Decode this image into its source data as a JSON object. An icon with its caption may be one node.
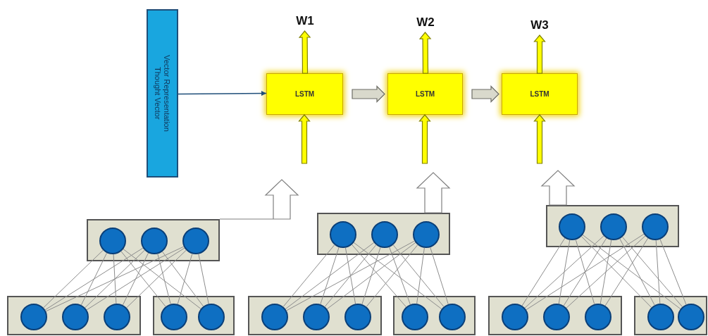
{
  "diagram": {
    "nodes": [
      {
        "text": [
          "Vector Representation Thought Vector"
        ]
      },
      {
        "text": [
          "W1"
        ]
      },
      {
        "text": [
          "LSTM"
        ]
      },
      {
        "text": [
          "W2"
        ]
      },
      {
        "text": [
          "LSTM"
        ]
      },
      {
        "text": [
          "W3"
        ]
      },
      {
        "text": [
          "LSTM"
        ]
      },
      {
        "text": [],
        "shape": "box"
      },
      {
        "text": [],
        "shape": "circle",
        "in": 7
      },
      {
        "text": [],
        "shape": "circle",
        "in": 7
      },
      {
        "text": [],
        "shape": "circle",
        "in": 7
      },
      {
        "text": [],
        "shape": "box"
      },
      {
        "text": [],
        "shape": "circle",
        "in": 11
      },
      {
        "text": [],
        "shape": "circle",
        "in": 11
      },
      {
        "text": [],
        "shape": "circle",
        "in": 11
      },
      {
        "text": [],
        "shape": "box"
      },
      {
        "text": [],
        "shape": "circle",
        "in": 15
      },
      {
        "text": [],
        "shape": "circle",
        "in": 15
      },
      {
        "text": [],
        "shape": "box"
      },
      {
        "text": [],
        "shape": "circle",
        "in": 18
      },
      {
        "text": [],
        "shape": "circle",
        "in": 18
      },
      {
        "text": [],
        "shape": "circle",
        "in": 18
      },
      {
        "text": [],
        "shape": "box"
      },
      {
        "text": [],
        "shape": "circle",
        "in": 22
      },
      {
        "text": [],
        "shape": "circle",
        "in": 22
      },
      {
        "text": [],
        "shape": "circle",
        "in": 22
      },
      {
        "text": [],
        "shape": "box"
      },
      {
        "text": [],
        "shape": "circle",
        "in": 26
      },
      {
        "text": [],
        "shape": "circle",
        "in": 26
      },
      {
        "text": [],
        "shape": "box"
      },
      {
        "text": [],
        "shape": "circle",
        "in": 29
      },
      {
        "text": [],
        "shape": "circle",
        "in": 29
      },
      {
        "text": [],
        "shape": "circle",
        "in": 29
      },
      {
        "text": [],
        "shape": "box"
      },
      {
        "text": [],
        "shape": "circle",
        "in": 33
      },
      {
        "text": [],
        "shape": "circle",
        "in": 33
      },
      {
        "text": [],
        "shape": "circle",
        "in": 33
      },
      {
        "text": [],
        "shape": "box"
      },
      {
        "text": [],
        "shape": "circle",
        "in": 37
      },
      {
        "text": [],
        "shape": "circle",
        "in": 37
      }
    ],
    "edges": [
      {
        "from": 0,
        "to": 2,
        "arrow": "to",
        "color": "#1f4e79"
      },
      {
        "from": 2,
        "to": 4,
        "arrow": "to",
        "style": "thick",
        "color": "#d9d9cc"
      },
      {
        "from": 4,
        "to": 6,
        "arrow": "to",
        "style": "thick",
        "color": "#d9d9cc"
      },
      {
        "from": 2,
        "to": 1,
        "arrow": "to",
        "style": "thick",
        "color": "#ffff00"
      },
      {
        "from": 4,
        "to": 3,
        "arrow": "to",
        "style": "thick",
        "color": "#ffff00"
      },
      {
        "from": 6,
        "to": 5,
        "arrow": "to",
        "style": "thick",
        "color": "#ffff00"
      },
      {
        "from": null,
        "to": 2,
        "arrow": "to",
        "style": "thick",
        "color": "#ffff00"
      },
      {
        "from": null,
        "to": 4,
        "arrow": "to",
        "style": "thick",
        "color": "#ffff00"
      },
      {
        "from": null,
        "to": 6,
        "arrow": "to",
        "style": "thick",
        "color": "#ffff00"
      },
      {
        "from": 7,
        "to": null,
        "arrow": "to",
        "style": "thick",
        "color": "#ffffff"
      },
      {
        "from": 18,
        "to": null,
        "arrow": "to",
        "style": "thick",
        "color": "#ffffff"
      },
      {
        "from": 29,
        "to": null,
        "arrow": "to",
        "style": "thick",
        "color": "#ffffff"
      },
      {
        "from": 8,
        "to": 12,
        "arrow": "none"
      },
      {
        "from": 8,
        "to": 13,
        "arrow": "none"
      },
      {
        "from": 8,
        "to": 14,
        "arrow": "none"
      },
      {
        "from": 8,
        "to": 16,
        "arrow": "none"
      },
      {
        "from": 8,
        "to": 17,
        "arrow": "none"
      },
      {
        "from": 9,
        "to": 12,
        "arrow": "none"
      },
      {
        "from": 9,
        "to": 13,
        "arrow": "none"
      },
      {
        "from": 9,
        "to": 14,
        "arrow": "none"
      },
      {
        "from": 9,
        "to": 16,
        "arrow": "none"
      },
      {
        "from": 9,
        "to": 17,
        "arrow": "none"
      },
      {
        "from": 10,
        "to": 12,
        "arrow": "none"
      },
      {
        "from": 10,
        "to": 13,
        "arrow": "none"
      },
      {
        "from": 10,
        "to": 14,
        "arrow": "none"
      },
      {
        "from": 10,
        "to": 16,
        "arrow": "none"
      },
      {
        "from": 10,
        "to": 17,
        "arrow": "none"
      },
      {
        "from": 19,
        "to": 23,
        "arrow": "none"
      },
      {
        "from": 19,
        "to": 24,
        "arrow": "none"
      },
      {
        "from": 19,
        "to": 25,
        "arrow": "none"
      },
      {
        "from": 19,
        "to": 27,
        "arrow": "none"
      },
      {
        "from": 19,
        "to": 28,
        "arrow": "none"
      },
      {
        "from": 20,
        "to": 23,
        "arrow": "none"
      },
      {
        "from": 20,
        "to": 24,
        "arrow": "none"
      },
      {
        "from": 20,
        "to": 25,
        "arrow": "none"
      },
      {
        "from": 20,
        "to": 27,
        "arrow": "none"
      },
      {
        "from": 20,
        "to": 28,
        "arrow": "none"
      },
      {
        "from": 21,
        "to": 23,
        "arrow": "none"
      },
      {
        "from": 21,
        "to": 24,
        "arrow": "none"
      },
      {
        "from": 21,
        "to": 25,
        "arrow": "none"
      },
      {
        "from": 21,
        "to": 27,
        "arrow": "none"
      },
      {
        "from": 21,
        "to": 28,
        "arrow": "none"
      },
      {
        "from": 30,
        "to": 34,
        "arrow": "none"
      },
      {
        "from": 30,
        "to": 35,
        "arrow": "none"
      },
      {
        "from": 30,
        "to": 36,
        "arrow": "none"
      },
      {
        "from": 30,
        "to": 38,
        "arrow": "none"
      },
      {
        "from": 30,
        "to": 39,
        "arrow": "none"
      },
      {
        "from": 31,
        "to": 34,
        "arrow": "none"
      },
      {
        "from": 31,
        "to": 35,
        "arrow": "none"
      },
      {
        "from": 31,
        "to": 36,
        "arrow": "none"
      },
      {
        "from": 31,
        "to": 38,
        "arrow": "none"
      },
      {
        "from": 31,
        "to": 39,
        "arrow": "none"
      },
      {
        "from": 32,
        "to": 34,
        "arrow": "none"
      },
      {
        "from": 32,
        "to": 35,
        "arrow": "none"
      },
      {
        "from": 32,
        "to": 36,
        "arrow": "none"
      },
      {
        "from": 32,
        "to": 38,
        "arrow": "none"
      },
      {
        "from": 32,
        "to": 39,
        "arrow": "none"
      }
    ]
  }
}
